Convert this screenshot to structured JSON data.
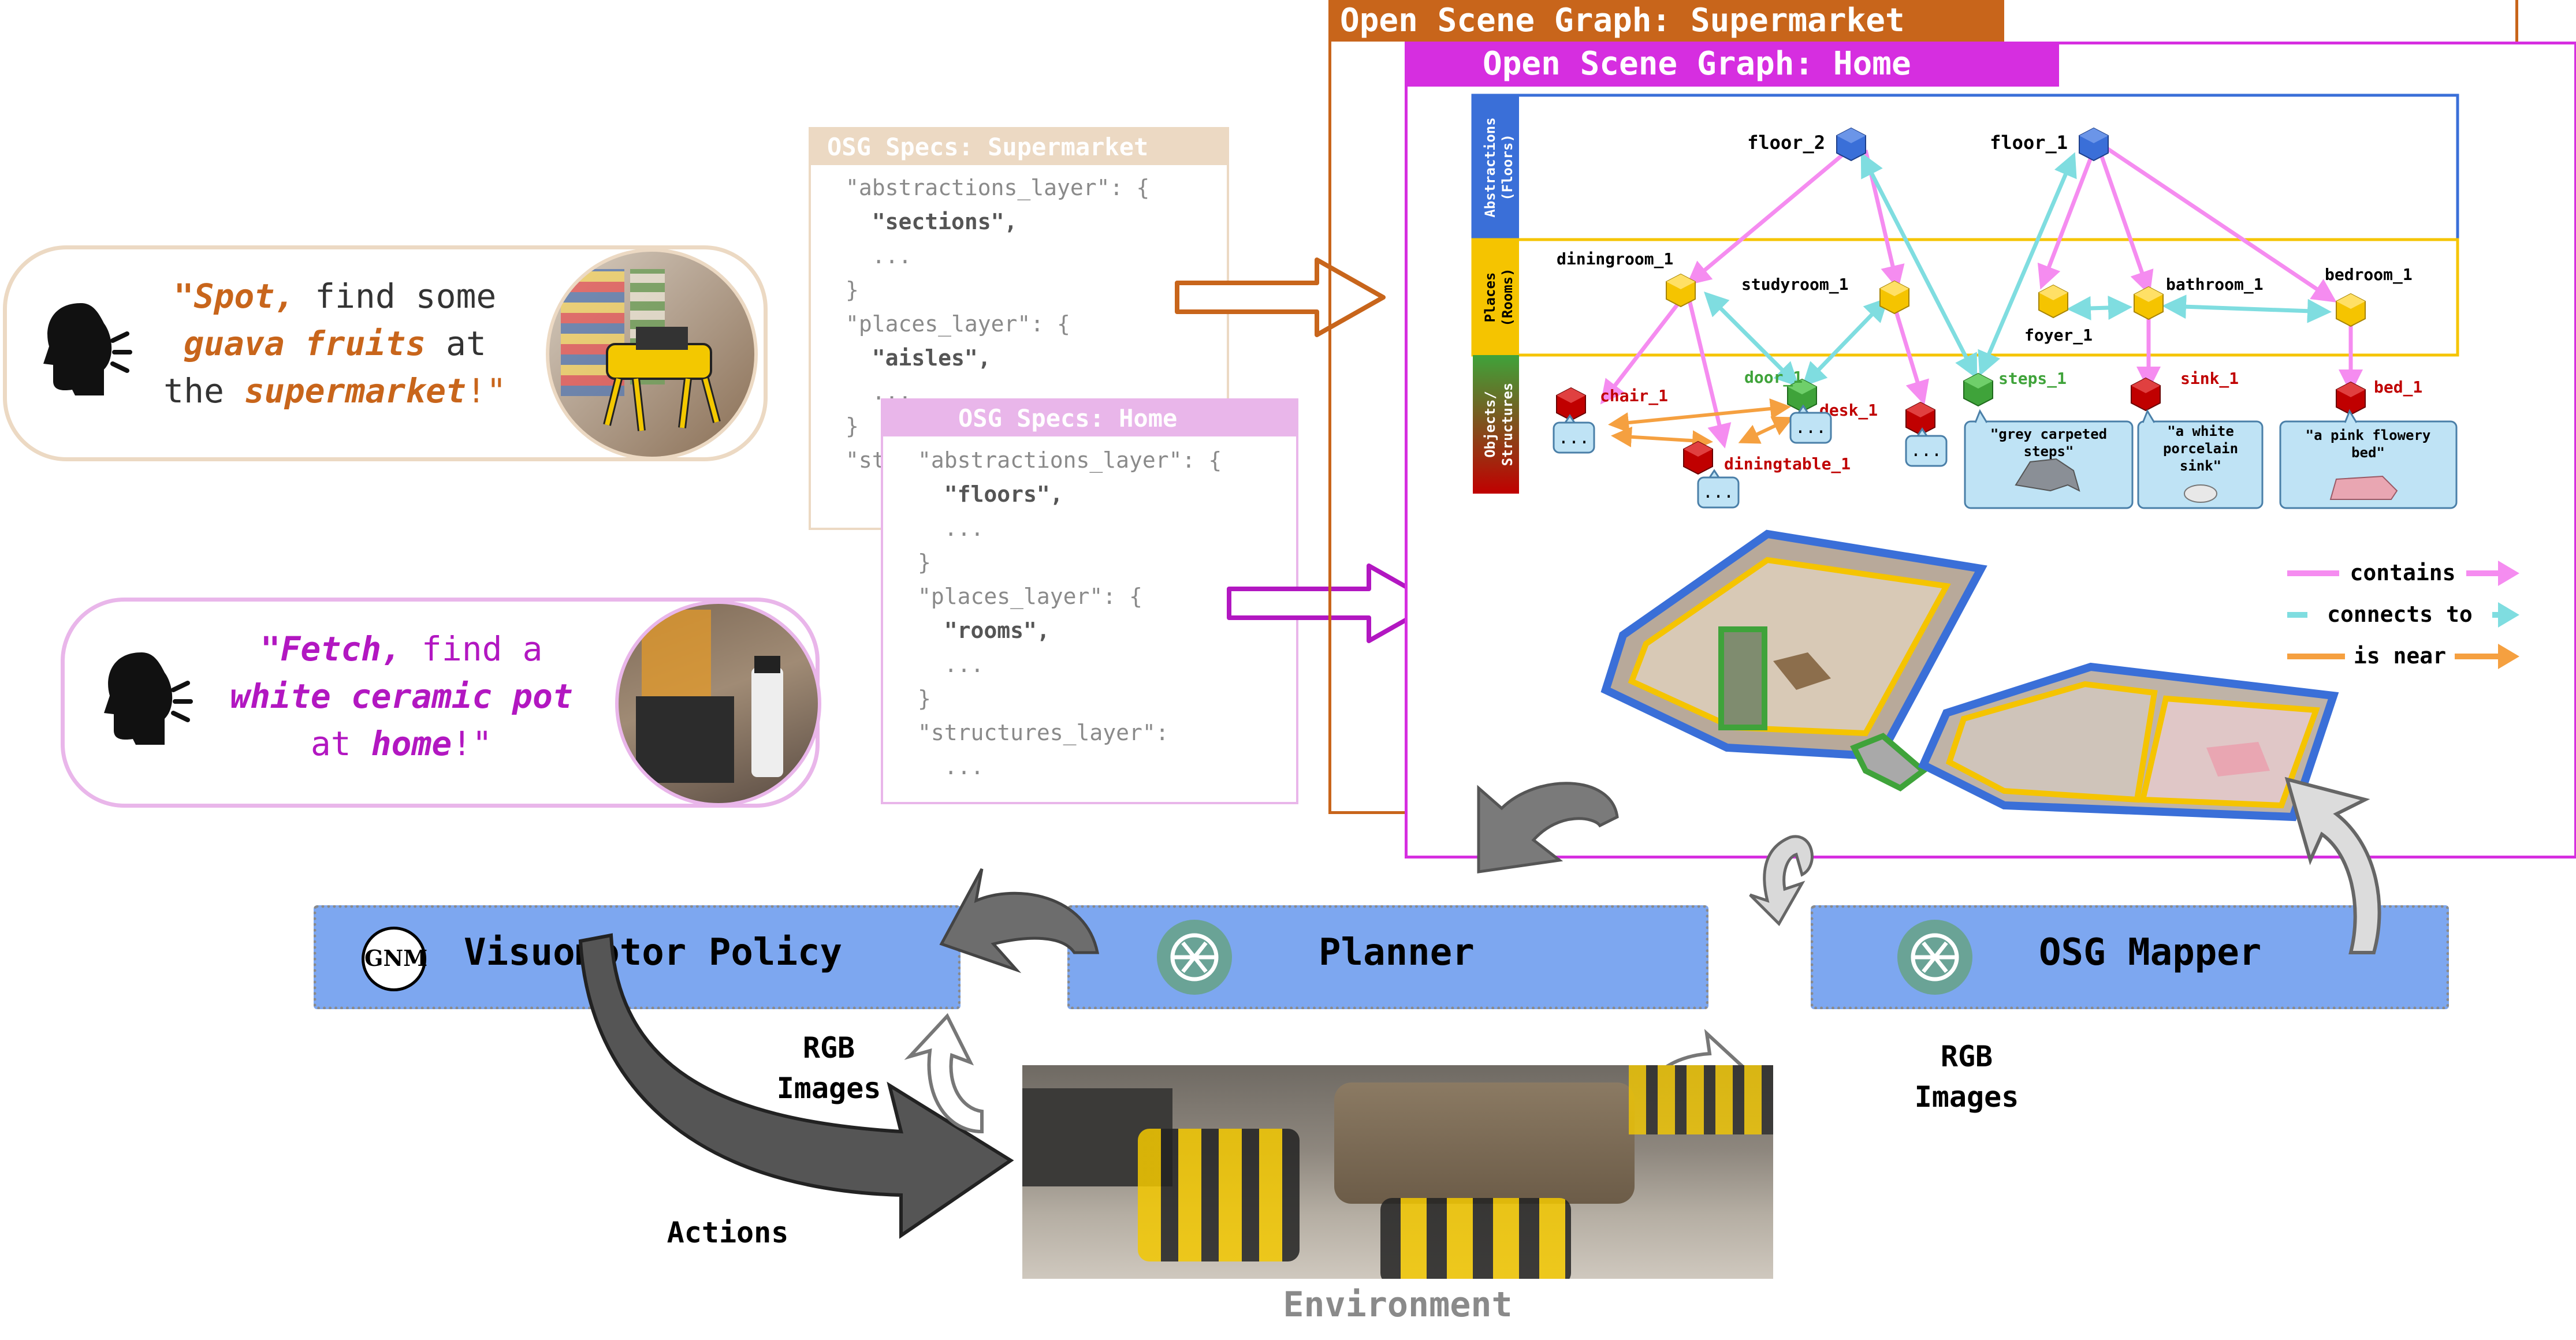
{
  "commands": [
    {
      "id": "spot",
      "quote_open": "\"",
      "name": "Spot,",
      "line1_rest": " find some",
      "line2_emph": "guava fruits",
      "line2_rest": " at",
      "line3_pre": "the ",
      "line3_emph": "supermarket",
      "line3_end": "!\"",
      "color": "#c8651b"
    },
    {
      "id": "fetch",
      "quote_open": "\"",
      "name": "Fetch,",
      "line1_rest": " find a",
      "line2_emph": "white ceramic pot",
      "line3_pre": "at ",
      "line3_emph": "home",
      "line3_end": "!\"",
      "color": "#b217c1"
    }
  ],
  "specs": {
    "supermarket": {
      "title": "OSG Specs: Supermarket",
      "lines": [
        "\"abstractions_layer\": {",
        "  \"sections\",",
        "  ...",
        "}",
        "\"places_layer\": {",
        "  \"aisles\",",
        "  ...",
        "}",
        "\"st"
      ]
    },
    "home": {
      "title": "OSG Specs: Home",
      "lines": [
        "\"abstractions_layer\": {",
        "  \"floors\",",
        "  ...",
        "}",
        "\"places_layer\": {",
        "  \"rooms\",",
        "  ...",
        "}",
        "\"structures_layer\":",
        "  ..."
      ]
    }
  },
  "osg": {
    "supermarket_title": "Open Scene Graph: Supermarket",
    "home_title": "Open Scene Graph: Home",
    "layers": {
      "abstractions": "Abstractions",
      "abstractions_sub": "(Floors)",
      "places": "Places",
      "places_sub": "(Rooms)",
      "objects": "Objects/",
      "objects_sub": "Structures"
    },
    "nodes": {
      "floor_2": "floor_2",
      "floor_1": "floor_1",
      "diningroom_1": "diningroom_1",
      "studyroom_1": "studyroom_1",
      "foyer_1": "foyer_1",
      "bathroom_1": "bathroom_1",
      "bedroom_1": "bedroom_1",
      "chair_1": "chair_1",
      "door_1": "door_1",
      "desk_1": "desk_1",
      "diningtable_1": "diningtable_1",
      "steps_1": "steps_1",
      "sink_1": "sink_1",
      "bed_1": "bed_1"
    },
    "bubbles": {
      "ellipsis": "...",
      "steps": "\"grey carpeted steps\"",
      "sink": "\"a white porcelain sink\"",
      "bed": "\"a pink flowery bed\""
    },
    "legend": {
      "contains": "contains",
      "connects": "connects to",
      "near": "is near"
    }
  },
  "modules": {
    "gnm_badge": "GNM",
    "visuomotor": "Visuomotor Policy",
    "planner": "Planner",
    "mapper": "OSG Mapper"
  },
  "labels": {
    "rgb_left": [
      "RGB",
      "Images"
    ],
    "rgb_right": [
      "RGB",
      "Images"
    ],
    "actions": "Actions",
    "environment": "Environment"
  },
  "colors": {
    "orange": "#c8651b",
    "magenta": "#b217c1",
    "blue_node": "#3a6fd8",
    "yellow_node": "#f5c400",
    "red_node": "#c00000",
    "green_node": "#3fa33a",
    "contains": "#f58cf0",
    "connects": "#7fdde0",
    "near": "#f5a040",
    "module_bg": "#7da7f0"
  }
}
